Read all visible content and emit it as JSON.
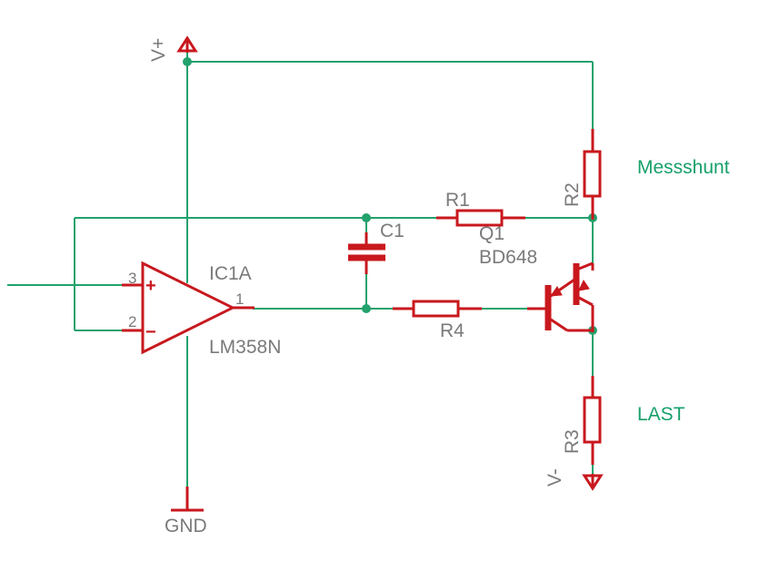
{
  "colors": {
    "wire": "#22a26c",
    "component": "#c8181e",
    "label": "#7a7a7a",
    "net_label": "#17a06a",
    "background": "#ffffff"
  },
  "supply": {
    "vplus": "V+",
    "vminus": "V-",
    "gnd": "GND"
  },
  "opamp": {
    "name": "IC1A",
    "value": "LM358N",
    "pin_noninv": "3",
    "pin_inv": "2",
    "pin_out": "1",
    "sym_plus": "+",
    "sym_minus": "−"
  },
  "capacitor": {
    "name": "C1"
  },
  "resistors": {
    "r1": "R1",
    "r2": "R2",
    "r3": "R3",
    "r4": "R4"
  },
  "transistor": {
    "name": "Q1",
    "value": "BD648"
  },
  "nets": {
    "shunt": "Messshunt",
    "load": "LAST"
  }
}
